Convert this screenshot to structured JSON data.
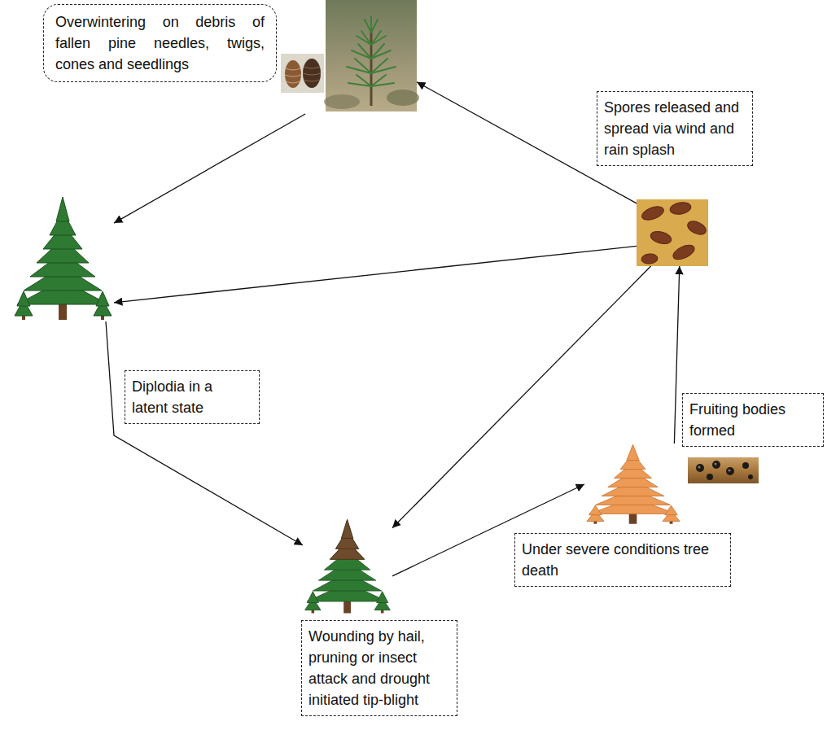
{
  "diagram": {
    "nodes": [
      {
        "text": [
          "Overwintering on debris of fallen pine needles, twigs, cones and seedlings"
        ]
      },
      {
        "text": [
          "Diplodia in a latent state"
        ]
      },
      {
        "text": [
          "Spores released and spread via wind and rain splash"
        ]
      },
      {
        "text": [
          "Wounding by hail, pruning or insect attack and drought initiated tip-blight"
        ]
      },
      {
        "text": [
          "Under severe conditions tree death"
        ]
      }
    ],
    "edges": [
      {
        "from": 0,
        "to": 1,
        "arrow": "to"
      },
      {
        "from": 1,
        "to": 3,
        "arrow": "to"
      },
      {
        "from": 2,
        "to": 0,
        "arrow": "to"
      },
      {
        "from": 2,
        "to": 1,
        "arrow": "to"
      },
      {
        "from": 2,
        "to": 3,
        "arrow": "to"
      },
      {
        "from": 3,
        "to": 4,
        "arrow": "to"
      },
      {
        "from": 4,
        "to": 2,
        "label": "Fruiting bodies formed",
        "arrow": "to"
      }
    ]
  }
}
